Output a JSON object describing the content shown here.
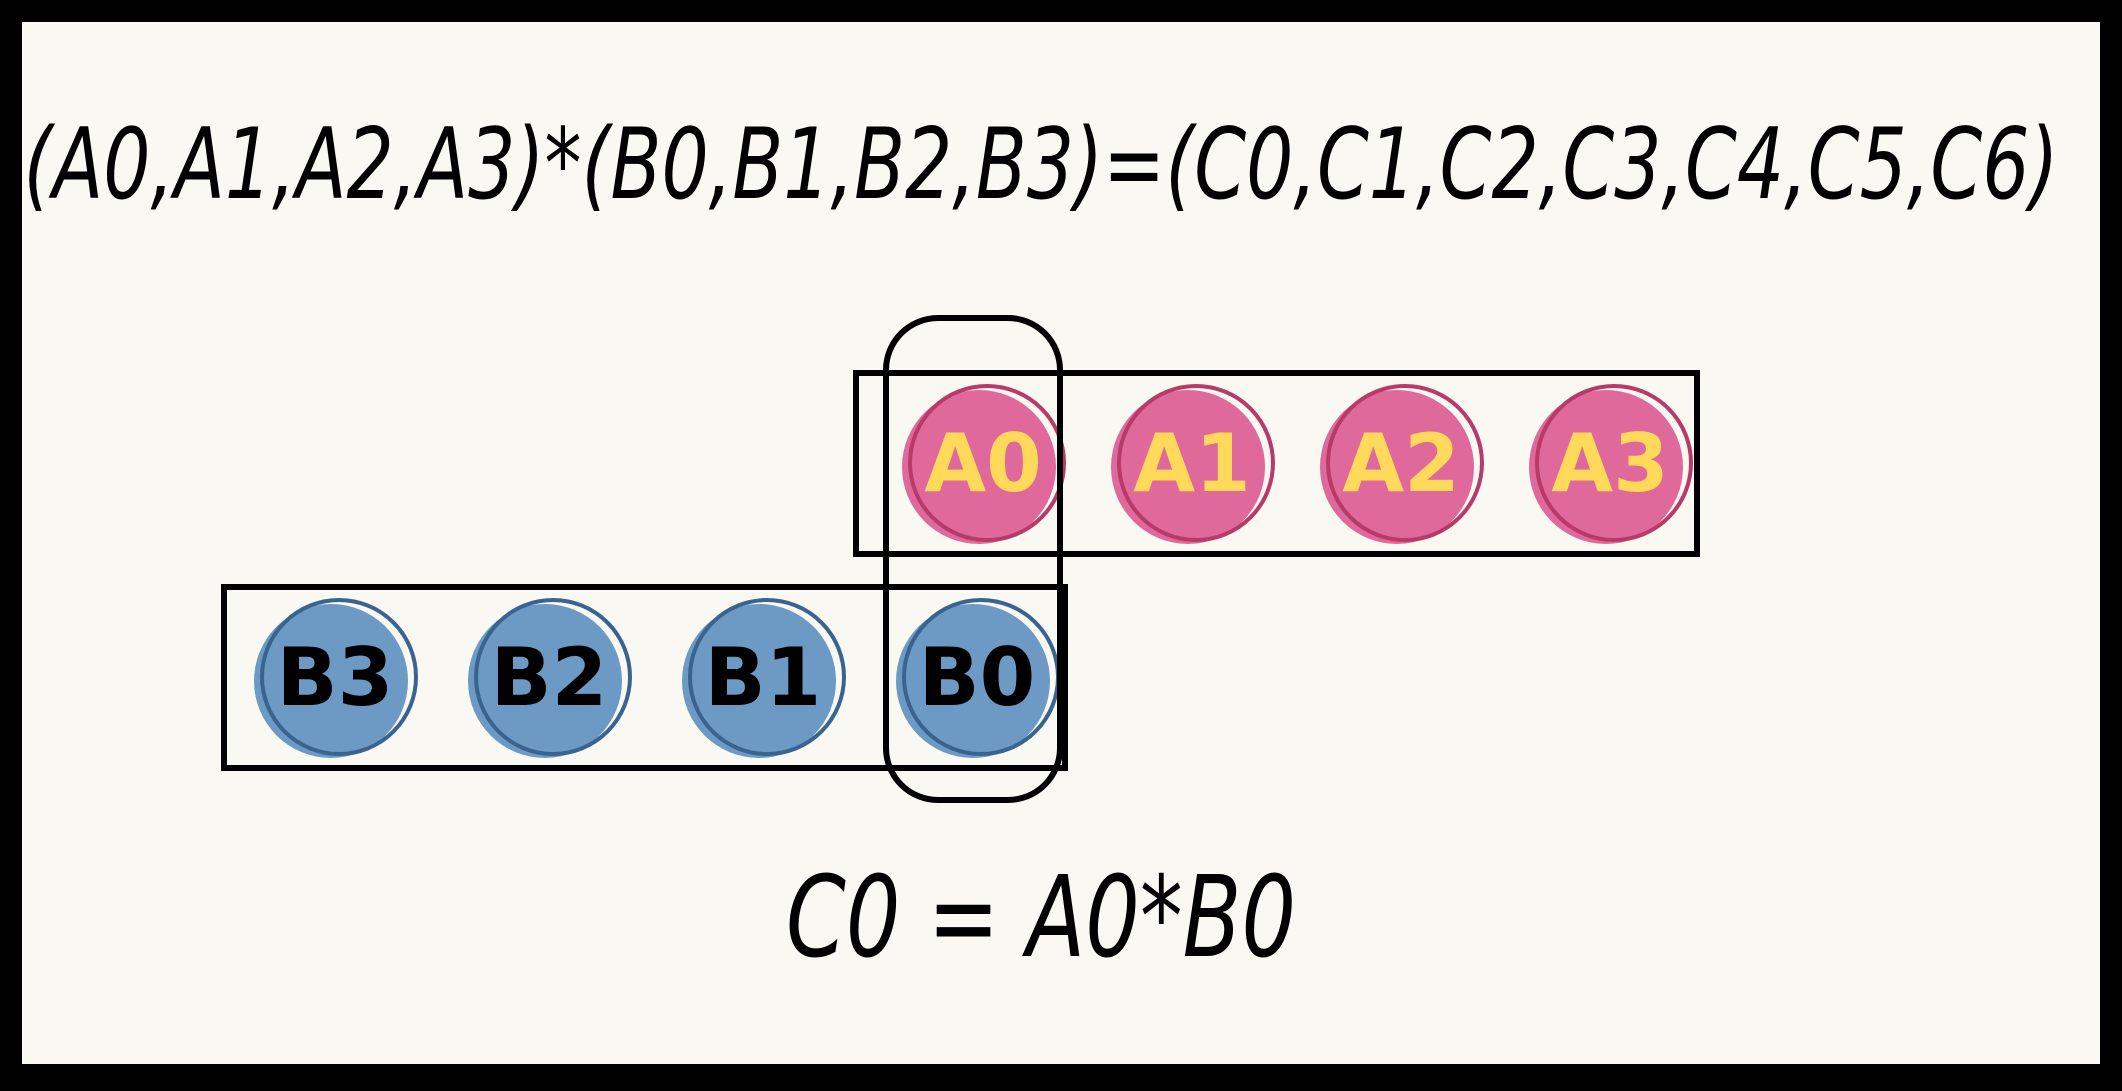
{
  "colors": {
    "frame": "#000000",
    "background": "#F9F8F2",
    "a_fill": "#E0699B",
    "a_stroke": "#B83A68",
    "a_text": "#FFD95A",
    "b_fill": "#6C9AC4",
    "b_stroke": "#3A6490",
    "b_text": "#000000",
    "ink": "#000000"
  },
  "equation": "(A0,A1,A2,A3)*(B0,B1,B2,B3)=(C0,C1,C2,C3,C4,C5,C6)",
  "a_terms": [
    "A0",
    "A1",
    "A2",
    "A3"
  ],
  "b_terms": [
    "B3",
    "B2",
    "B1",
    "B0"
  ],
  "result": "C0 = A0*B0"
}
